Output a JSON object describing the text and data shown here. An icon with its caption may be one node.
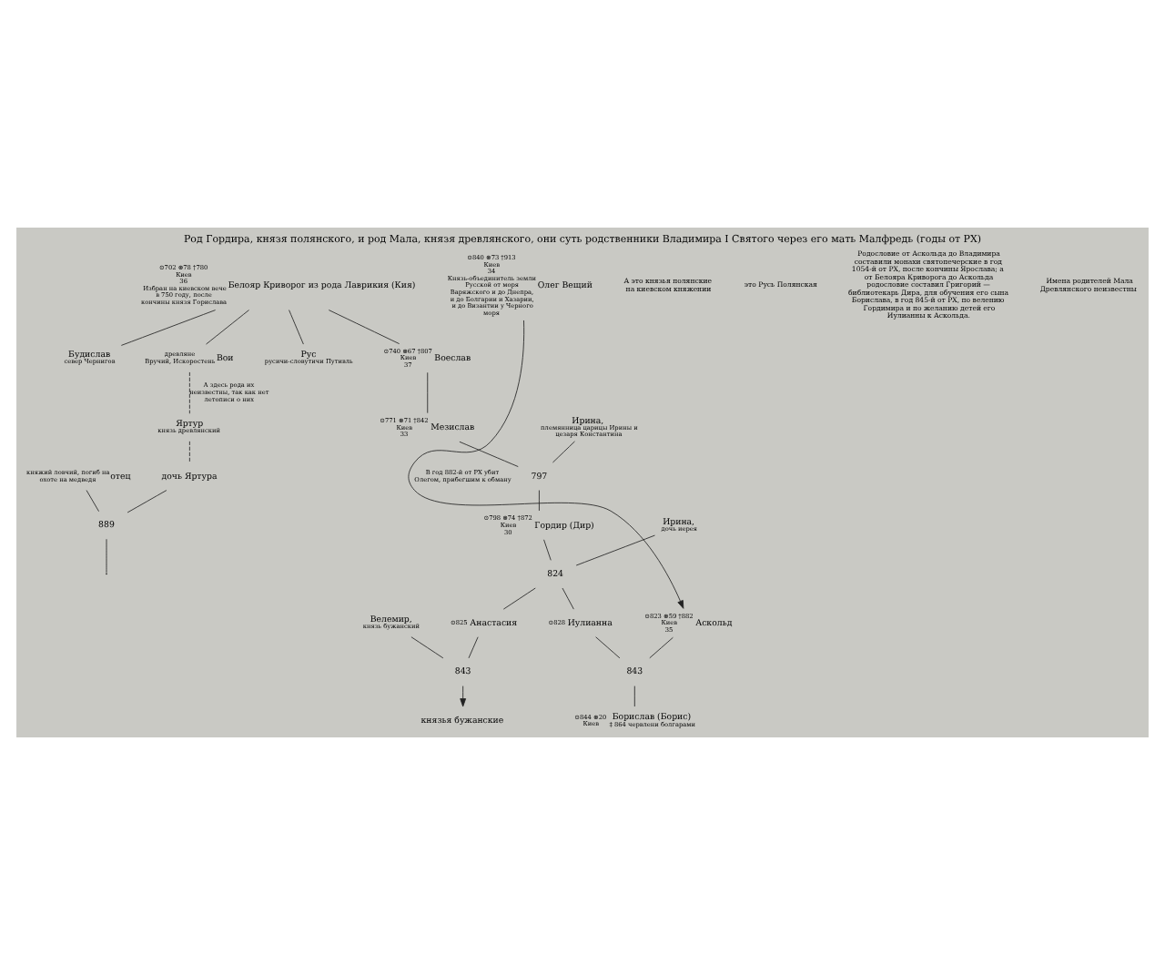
{
  "diagram": {
    "title": "Род Гордира, князя полянского, и род Мала, князя древлянского, они суть родственники Владимира I Святого через его мать Малфредь (годы от РХ)",
    "nodes": [
      {
        "text": [
          "Белояр Криворог из рода Лаврикия (Кия)"
        ],
        "beside": [
          "⊙702 ⊛78 †780",
          "Киев",
          "36",
          "Избран на киевском вече в 750 году, после кончины князя Горислава"
        ]
      },
      {
        "text": [
          "Воеслав"
        ],
        "beside": [
          "⊙740 ⊛67 †807",
          "Киев",
          "37"
        ]
      },
      {
        "text": [
          "Будислав",
          "север Чернигов"
        ]
      },
      {
        "text": [
          "Вои"
        ],
        "beside": [
          "древляне",
          "Вручий, Искоростень"
        ]
      },
      {
        "text": [
          "Рус",
          "русичи-словутичи Путивль"
        ]
      },
      {
        "text": [
          "Мезислав"
        ],
        "beside": [
          "⊙771 ⊛71 †842",
          "Киев",
          "33"
        ]
      },
      {
        "text": [
          "Ирина,",
          "племянница царицы Ирины и цезаря Константина"
        ]
      },
      {
        "text": [
          "797"
        ]
      },
      {
        "text": [
          "Гордир (Дир)"
        ],
        "beside": [
          "⊙798 ⊛74 †872",
          "Киев",
          "30"
        ]
      },
      {
        "text": [
          "Ирина,",
          "дочь иерея"
        ]
      },
      {
        "text": [
          "824"
        ]
      },
      {
        "text": [
          "Анастасия"
        ],
        "beside": [
          "⊙825"
        ]
      },
      {
        "text": [
          "Иулианна"
        ],
        "beside": [
          "⊙828"
        ]
      },
      {
        "text": [
          "Велемир,",
          "князь бужанский"
        ]
      },
      {
        "text": [
          "843"
        ]
      },
      {
        "text": [
          "князья бужанские"
        ]
      },
      {
        "text": [
          "Аскольд"
        ],
        "beside": [
          "⊙823 ⊛59 †882",
          "Киев",
          "35"
        ]
      },
      {
        "text": [
          "843"
        ]
      },
      {
        "text": [
          "Борислав (Борис)",
          "‡ 864 червлени болгарами"
        ],
        "beside": [
          "⊙844 ⊛20",
          "Киев"
        ]
      },
      {
        "text": [
          "Олег Вещий"
        ],
        "beside": [
          "⊙840 ⊛73 †913",
          "Киев",
          "34",
          "Князь-объединитель земли Русской от моря Варяжского и до Днепра, и до Болгарии и Хазарии, и до Византии у Черного моря"
        ]
      },
      {
        "text": [
          "Яртур",
          "князь древлянский"
        ]
      },
      {
        "text": [
          "дочь Яртура"
        ]
      },
      {
        "text": [
          "отец"
        ],
        "beside": [
          "княжий ловчий, погиб на охоте на медведя"
        ]
      },
      {
        "text": [
          "889"
        ]
      }
    ],
    "edges": [
      {
        "from": 0,
        "to": 1,
        "arrow": "none"
      },
      {
        "from": 0,
        "to": 2,
        "arrow": "none"
      },
      {
        "from": 0,
        "to": 3,
        "arrow": "none"
      },
      {
        "from": 0,
        "to": 4,
        "arrow": "none"
      },
      {
        "from": 1,
        "to": 5,
        "arrow": "none"
      },
      {
        "from": 5,
        "to": 7,
        "arrow": "none"
      },
      {
        "from": 6,
        "to": 7,
        "arrow": "none"
      },
      {
        "from": 7,
        "to": 8,
        "arrow": "none"
      },
      {
        "from": 8,
        "to": 10,
        "arrow": "none"
      },
      {
        "from": 9,
        "to": 10,
        "arrow": "none"
      },
      {
        "from": 10,
        "to": 11,
        "arrow": "none"
      },
      {
        "from": 10,
        "to": 12,
        "arrow": "none"
      },
      {
        "from": 13,
        "to": 14,
        "arrow": "none"
      },
      {
        "from": 11,
        "to": 14,
        "arrow": "none"
      },
      {
        "from": 14,
        "to": 15,
        "arrow": "to"
      },
      {
        "from": 12,
        "to": 17,
        "arrow": "none"
      },
      {
        "from": 16,
        "to": 17,
        "arrow": "none"
      },
      {
        "from": 17,
        "to": 18,
        "arrow": "none"
      },
      {
        "from": 19,
        "to": 16,
        "arrow": "to",
        "label": "В год 882-й от РХ убит Олегом, прибегшим к обману"
      },
      {
        "from": 3,
        "to": 20,
        "arrow": "none",
        "style": "dashed",
        "label": "А здесь рода их неизвестны, так как нет летописи о них"
      },
      {
        "from": 20,
        "to": 21,
        "arrow": "none",
        "style": "dashed"
      },
      {
        "from": 22,
        "to": 23,
        "arrow": "none"
      },
      {
        "from": 21,
        "to": 23,
        "arrow": "none"
      },
      {
        "from": 23,
        "to": null,
        "arrow": "none"
      }
    ],
    "labels": [
      "А это князья полянские на киевском княжении",
      "это Русь Полянская",
      "Родословие от Аскольда до Владимира составили монахи святопечерские в год 1054-й от РХ, после кончины Ярослава; а от Белояра Криворога до Аскольда родословие составил Григорий — библиотекарь Дира, для обучения его сына Борислава, в год 845-й от РХ, по велению Гордимира и по желанию детей его Иулианны к Аскольда.",
      "Имена родителей Мала Древлянского неизвестны"
    ]
  }
}
